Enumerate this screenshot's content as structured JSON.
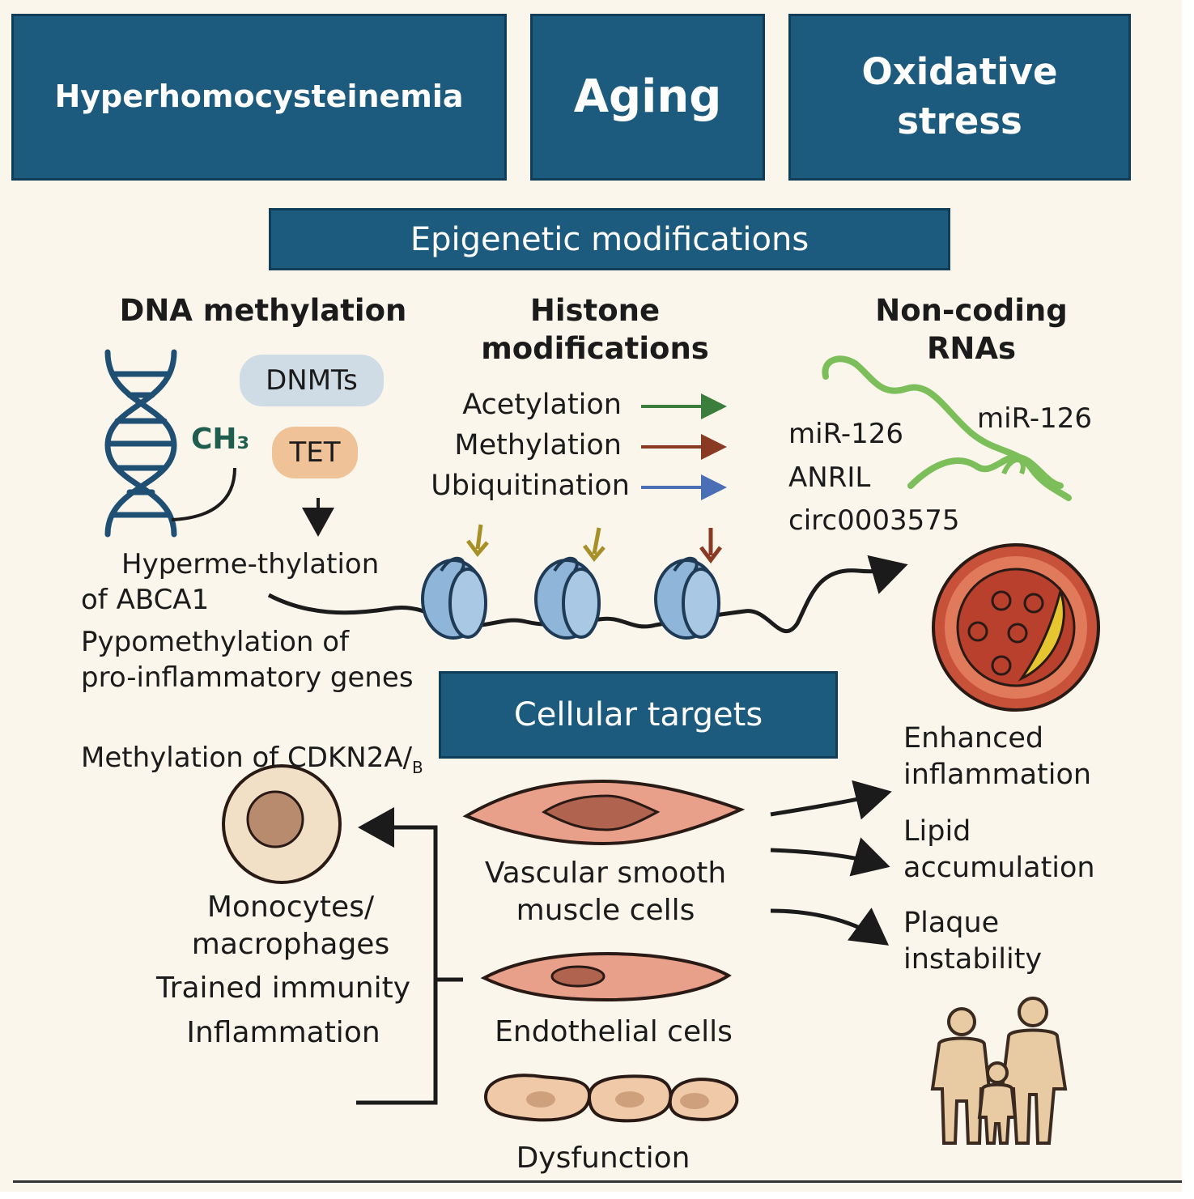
{
  "top_boxes": {
    "hyperhomocysteinemia": "Hyperhomocysteinemia",
    "aging": "Aging",
    "oxidative_stress": "Oxidative\nstress"
  },
  "epigenetic_band": "Epigenetic modifications",
  "dna": {
    "title": "DNA methylation",
    "ch3": "CH₃",
    "dnmts": "DNMTs",
    "tet": "TET",
    "effects": {
      "line1": "Hyperme-thylation\nof ABCA1",
      "line2": "Pypomethylation of\npro-inflammatory genes",
      "line3_main": "Methylation of CDKN2A/",
      "line3_sub": "B"
    }
  },
  "histone": {
    "title": "Histone\nmodifications",
    "items": [
      "Acetylation",
      "Methylation",
      "Ubiquitination"
    ]
  },
  "ncrna": {
    "title": "Non-coding\nRNAs",
    "left_list": "miR-126\nANRIL\ncirc0003575",
    "right_label": "miR-126"
  },
  "cellular_band": "Cellular targets",
  "cells": {
    "vsmc": "Vascular smooth\nmuscle cells",
    "endothelial": "Endothelial cells",
    "dysfunction": "Dysfunction",
    "monocytes": "Monocytes/\nmacrophages",
    "trained": "Trained immunity",
    "inflammation": "Inflammation"
  },
  "outcomes": [
    "Enhanced\ninflammation",
    "Lipid\naccumulation",
    "Plaque\ninstability"
  ],
  "colors": {
    "box_fill": "#1c5b7e",
    "background": "#fbf6ec",
    "acetylation_arrow": "#3b7d3a",
    "methylation_arrow": "#8a3a22",
    "ubiquitination_arrow": "#4a6fb5",
    "dna_helix": "#1f4f73",
    "nucleosome": "#8fb6d9",
    "rna": "#7cbf5a",
    "cell_pink": "#e9a08a",
    "person": "#e8caa3"
  }
}
